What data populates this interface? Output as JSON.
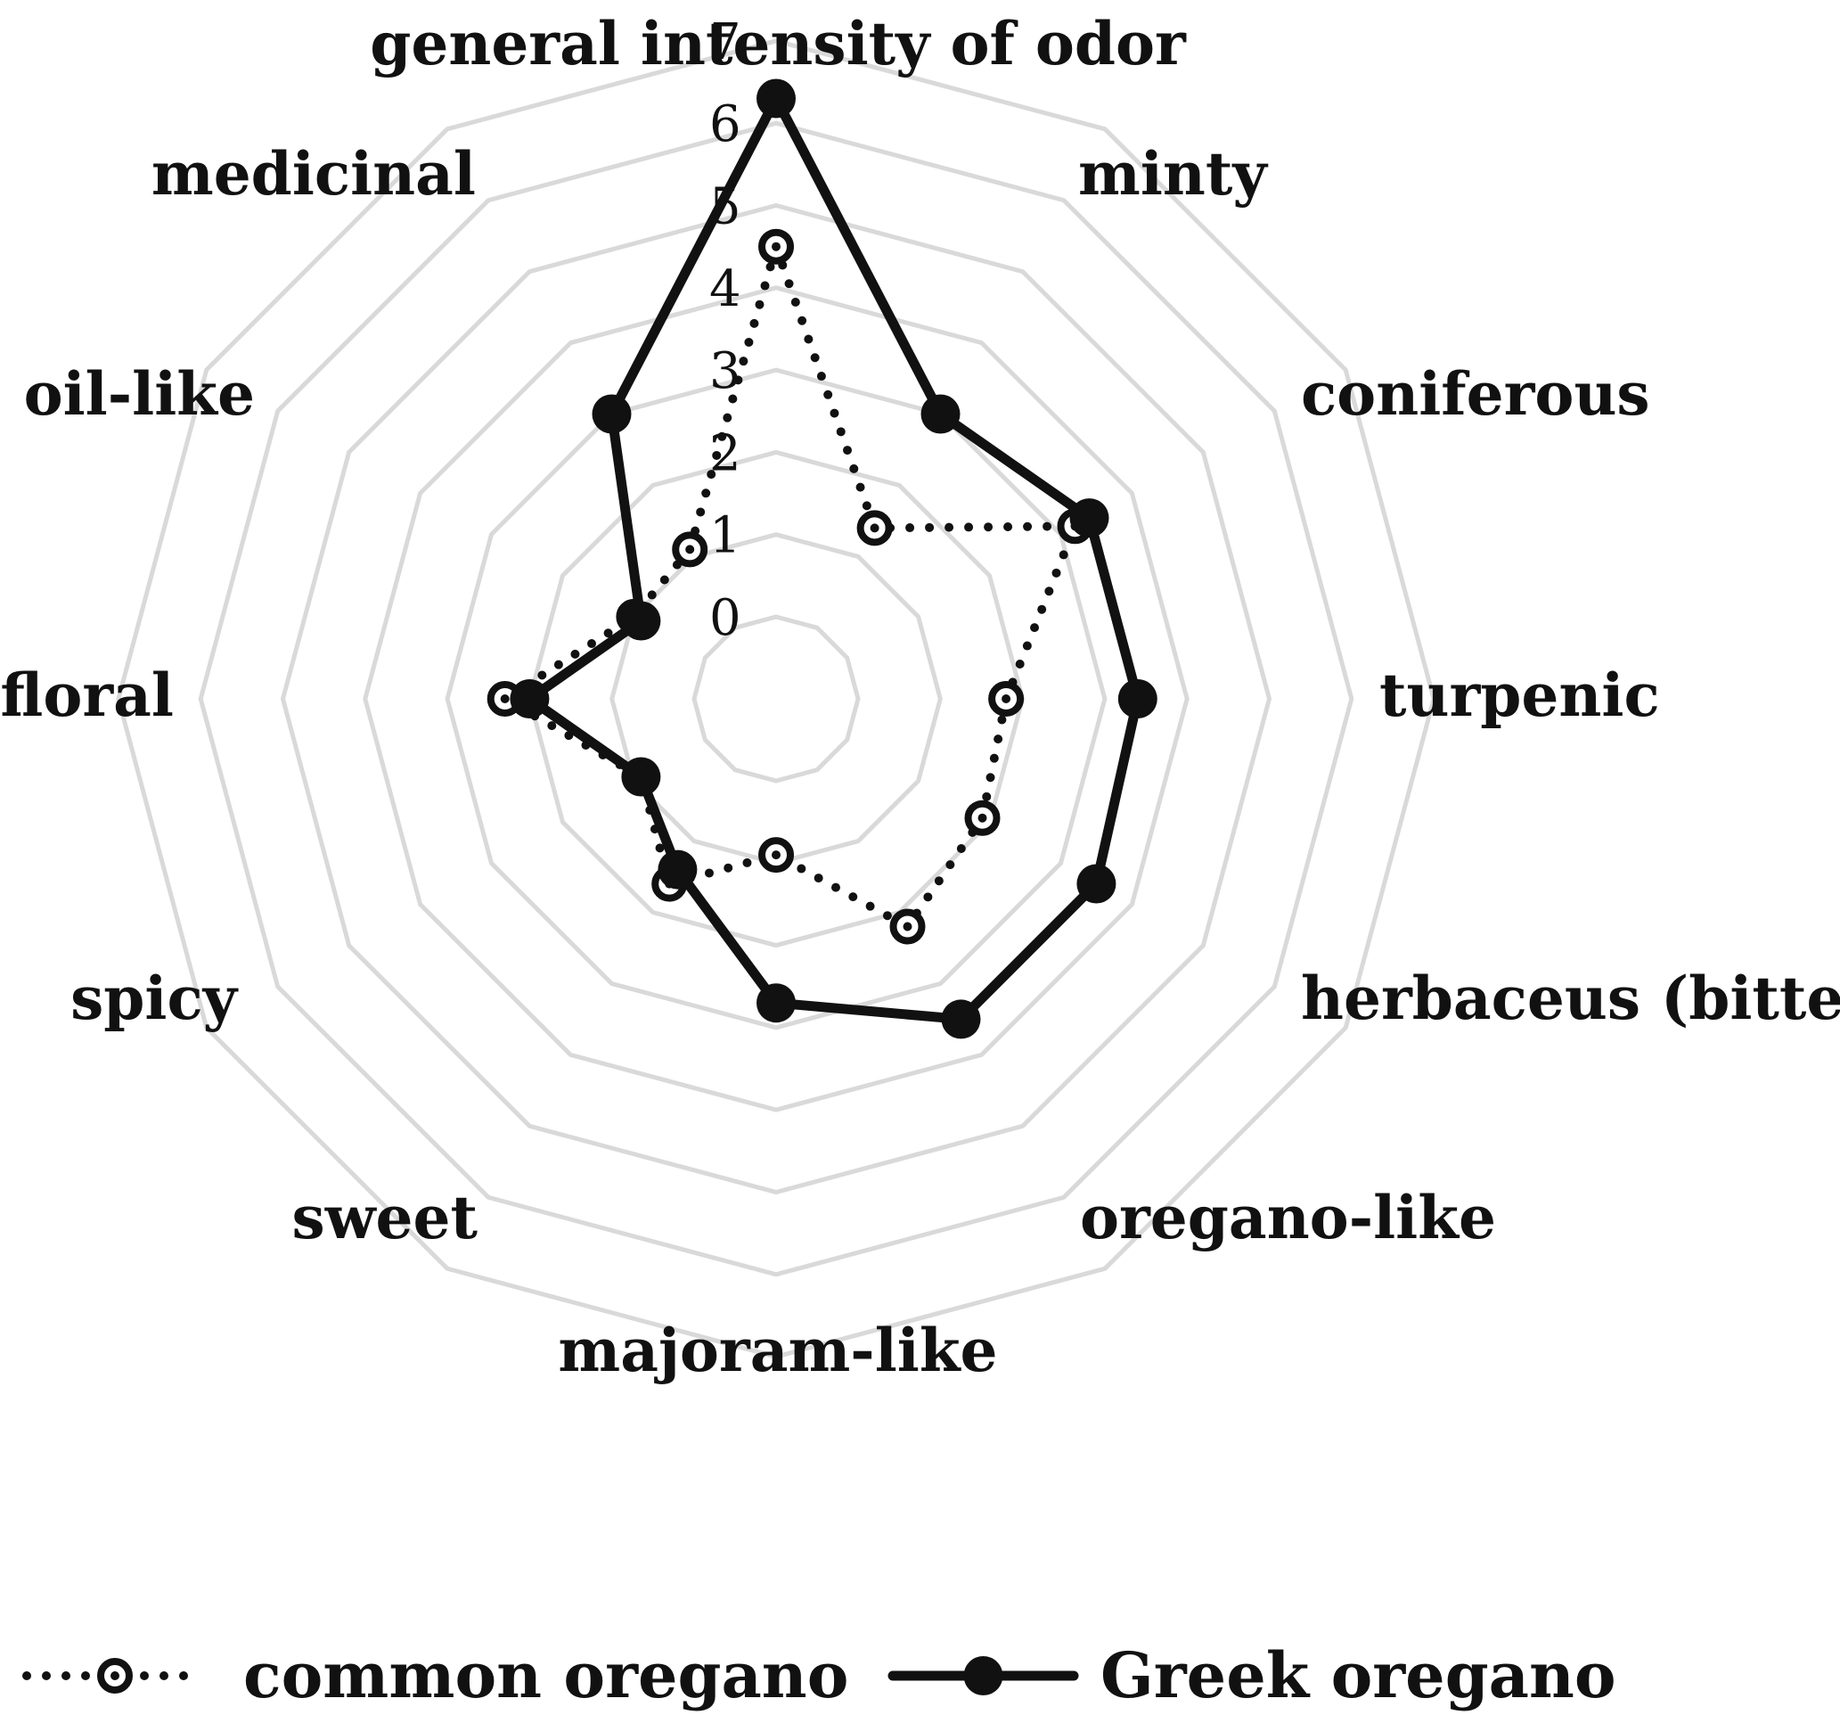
{
  "chart_data": {
    "type": "radar",
    "categories": [
      "general intensity of odor",
      "minty",
      "coniferous",
      "turpenic",
      "herbaceus (bitter)",
      "oregano-like",
      "majoram-like",
      "sweet",
      "spicy",
      "floral",
      "oil-like",
      "medicinal"
    ],
    "rlim": [
      0,
      7
    ],
    "ticks": [
      "0",
      "1",
      "2",
      "3",
      "4",
      "5",
      "6",
      "7"
    ],
    "grid": true,
    "legend_position": "bottom",
    "series": [
      {
        "name": "common oregano",
        "values": [
          4.5,
          1.4,
          3.2,
          1.8,
          1.9,
          2.2,
          0.9,
          1.6,
          0.9,
          2.3,
          1.0,
          1.1
        ],
        "line_style": "dotted",
        "marker": "open-circle-dot",
        "color": "#111111"
      },
      {
        "name": "Greek oregano",
        "values": [
          6.3,
          3.0,
          3.4,
          3.4,
          3.5,
          3.5,
          2.7,
          1.4,
          0.9,
          2.0,
          0.9,
          3.0
        ],
        "line_style": "solid",
        "marker": "filled-circle",
        "color": "#111111"
      }
    ]
  },
  "colors": {
    "grid": "#d9d9d9",
    "series": "#111111"
  }
}
